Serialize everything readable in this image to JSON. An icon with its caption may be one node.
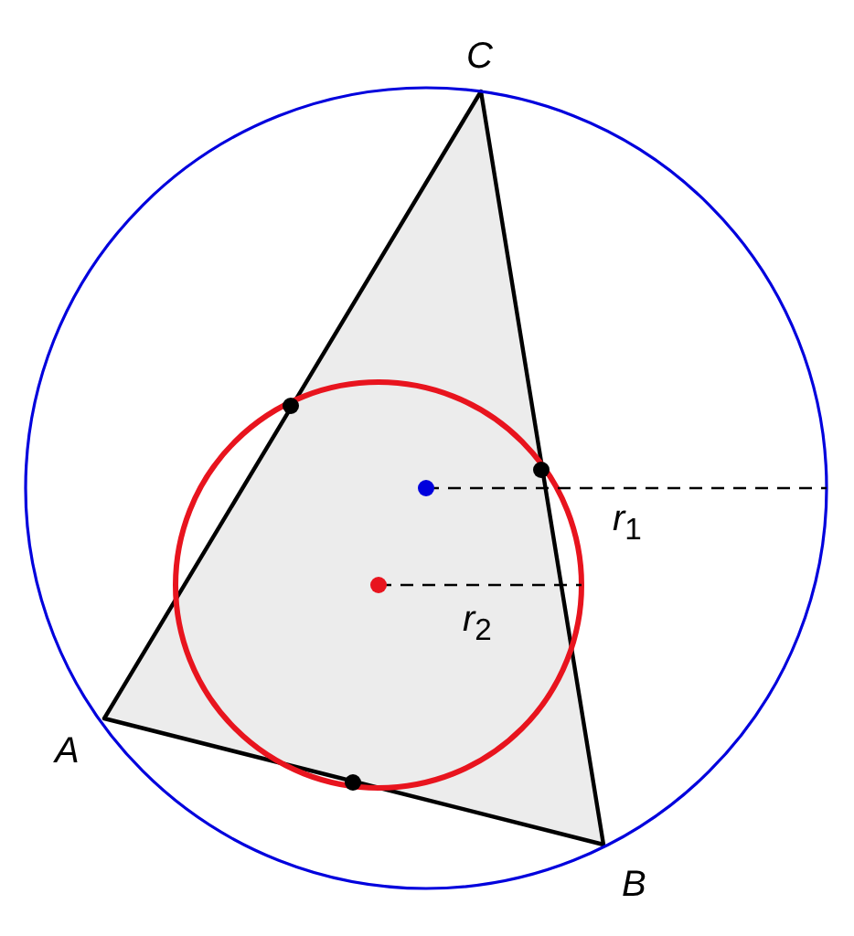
{
  "diagram": {
    "labels": [
      "C",
      "*r*$_{1}$",
      "*r*$_{2}$",
      "A",
      "B"
    ]
  }
}
